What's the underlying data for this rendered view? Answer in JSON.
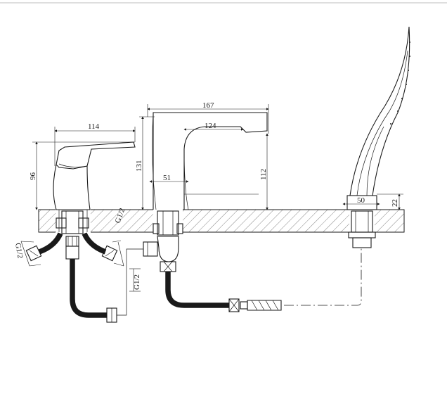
{
  "drawing": {
    "dimensions": {
      "handle_width": "114",
      "handle_height": "96",
      "spout_width": "167",
      "spout_reach": "124",
      "spout_total_height": "131",
      "spout_inner_height": "112",
      "spout_neck": "51",
      "shower_base": "50",
      "shower_base_height": "22"
    },
    "thread_labels": {
      "left_connector": "G1/2",
      "right_connector": "G1/2",
      "middle_connector": "G1/2"
    }
  }
}
